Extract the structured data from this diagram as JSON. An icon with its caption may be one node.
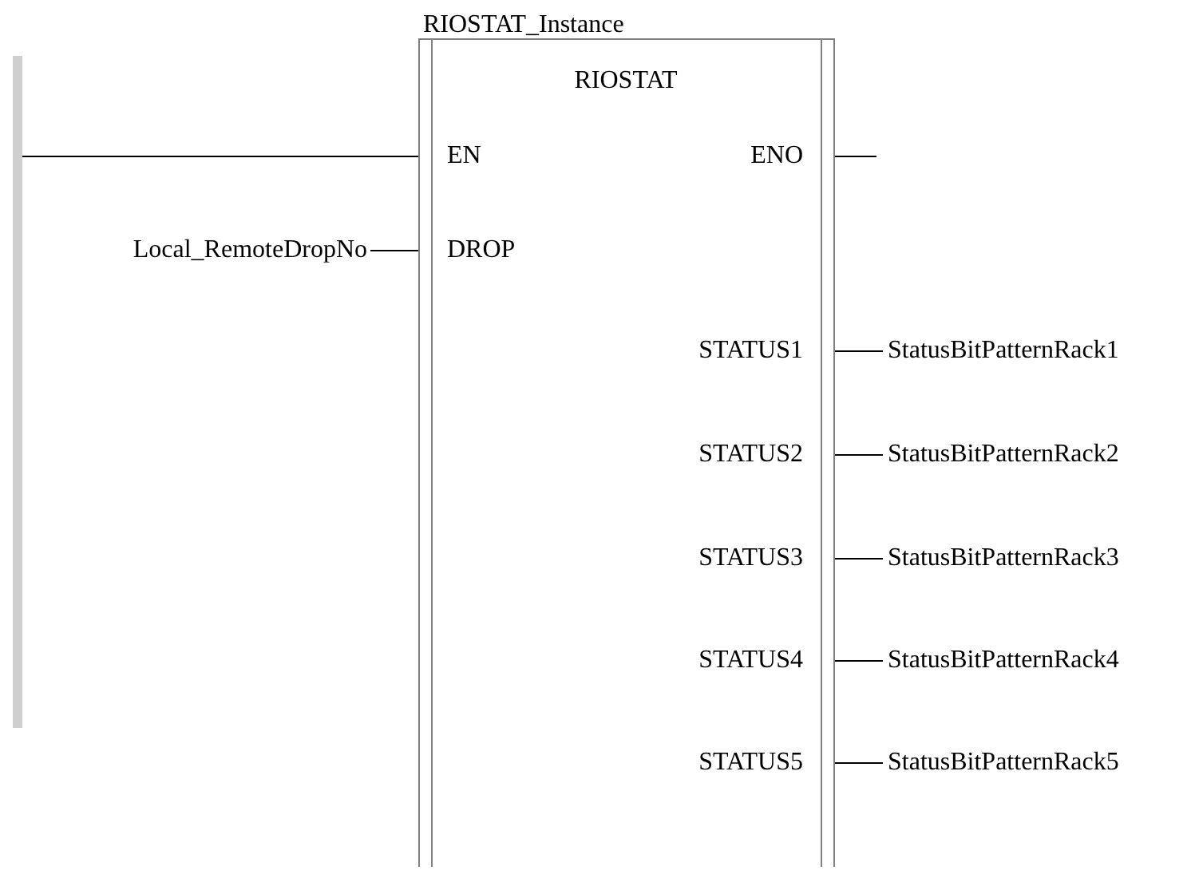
{
  "diagram": {
    "nodes": [
      {
        "text": [],
        "shape": "bar"
      },
      {
        "text": [
          "RIOSTAT_Instance",
          "RIOSTAT",
          "EN",
          "ENO",
          "DROP",
          "STATUS1",
          "STATUS2",
          "STATUS3",
          "STATUS4",
          "STATUS5"
        ]
      },
      {
        "text": [
          "Local_RemoteDropNo"
        ]
      },
      {
        "text": [
          "StatusBitPatternRack1"
        ]
      },
      {
        "text": [
          "StatusBitPatternRack2"
        ]
      },
      {
        "text": [
          "StatusBitPatternRack3"
        ]
      },
      {
        "text": [
          "StatusBitPatternRack4"
        ]
      },
      {
        "text": [
          "StatusBitPatternRack5"
        ]
      }
    ],
    "edges": [
      {
        "from": 0,
        "to": 1,
        "arrow": "none"
      },
      {
        "from": 1,
        "to": null,
        "arrow": "none"
      },
      {
        "from": 2,
        "to": 1,
        "arrow": "none"
      },
      {
        "from": 1,
        "to": 3,
        "arrow": "none"
      },
      {
        "from": 1,
        "to": 4,
        "arrow": "none"
      },
      {
        "from": 1,
        "to": 5,
        "arrow": "none"
      },
      {
        "from": 1,
        "to": 6,
        "arrow": "none"
      },
      {
        "from": 1,
        "to": 7,
        "arrow": "none"
      }
    ]
  }
}
